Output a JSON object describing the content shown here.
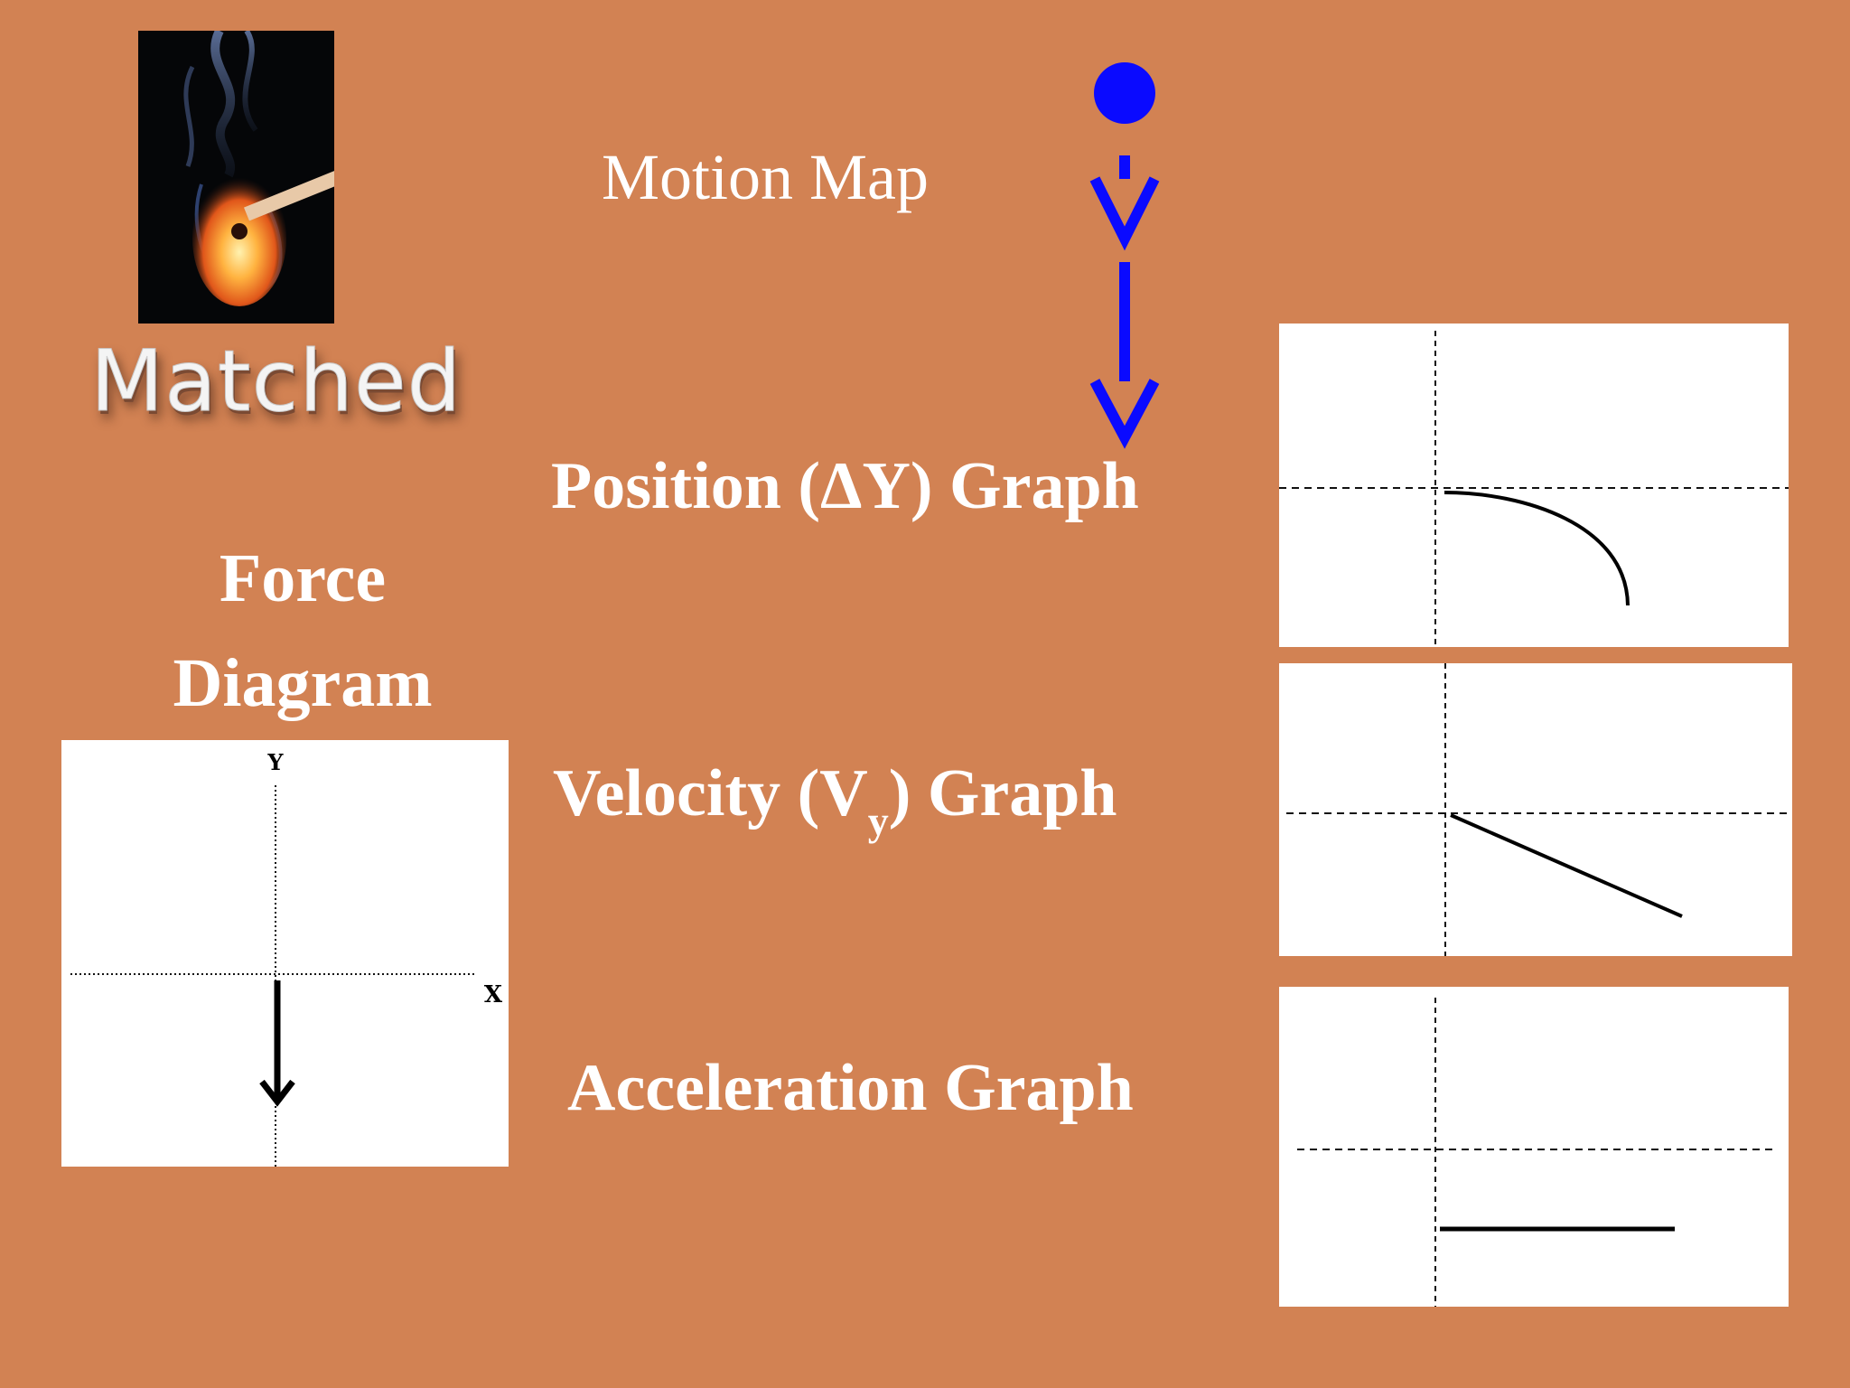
{
  "slide": {
    "background": "#d28253",
    "logo_text": "Matched",
    "photo_icon": "burning-match-icon"
  },
  "motion_map": {
    "title": "Motion Map",
    "color": "#0a0aff",
    "description_icons": [
      "dot-icon",
      "short-down-arrow-icon",
      "long-down-arrow-icon"
    ]
  },
  "force_diagram": {
    "title_line1": "Force",
    "title_line2": "Diagram",
    "y_label": "Y",
    "x_label": "X",
    "force_direction": "down"
  },
  "graphs": {
    "position": {
      "title_pre": "Position (ΔY) Graph",
      "shape": "concave-down curve"
    },
    "velocity": {
      "title_pre": "Velocity (V",
      "title_sub": "y",
      "title_post": ") Graph",
      "shape": "negative linear"
    },
    "acceleration": {
      "title": "Acceleration Graph",
      "shape": "constant negative"
    }
  }
}
